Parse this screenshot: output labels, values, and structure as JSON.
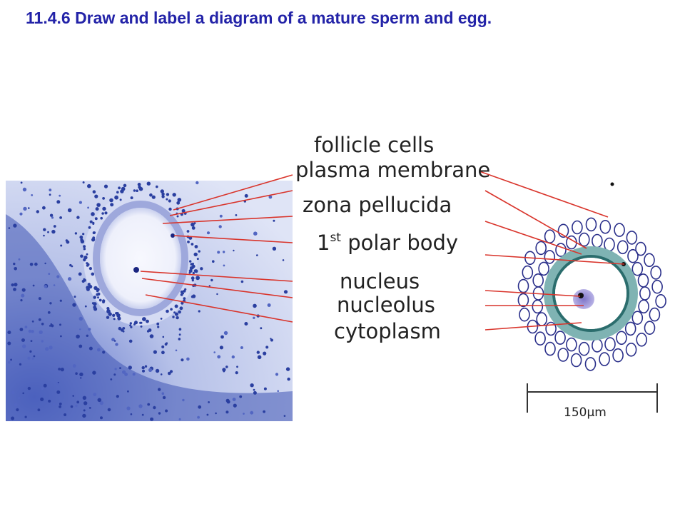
{
  "slide": {
    "title": "11.4.6 Draw and label a diagram of a mature sperm and egg."
  },
  "labels": {
    "follicle_cells": "follicle cells",
    "plasma_membrane": "plasma membrane",
    "zona_pellucida": "zona pellucida",
    "polar_body_prefix": "1",
    "polar_body_sup": "st",
    "polar_body_rest": " polar body",
    "nucleus": "nucleus",
    "nucleolus": "nucleolus",
    "cytoplasm": "cytoplasm"
  },
  "scale_bar": {
    "label": "150µm"
  },
  "colors": {
    "title": "#2323a8",
    "leader_line": "#d9342b",
    "stain_dark": "#2a3fa0",
    "stain_light": "#c9d2ee",
    "zona": "#7fb3b3",
    "plasma_membrane": "#2b6d6d",
    "follicle_outline": "#2a2f8a"
  }
}
